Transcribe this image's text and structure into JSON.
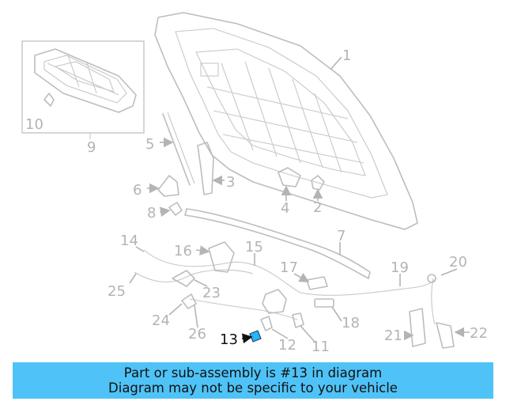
{
  "diagram": {
    "highlight_color": "#29b6f6",
    "banner_color": "#4fc3f7",
    "labels": [
      {
        "id": "1",
        "text": "1"
      },
      {
        "id": "2",
        "text": "2"
      },
      {
        "id": "3",
        "text": "3"
      },
      {
        "id": "4",
        "text": "4"
      },
      {
        "id": "5",
        "text": "5"
      },
      {
        "id": "6",
        "text": "6"
      },
      {
        "id": "7",
        "text": "7"
      },
      {
        "id": "8",
        "text": "8"
      },
      {
        "id": "9",
        "text": "9"
      },
      {
        "id": "10",
        "text": "10"
      },
      {
        "id": "11",
        "text": "11"
      },
      {
        "id": "12",
        "text": "12"
      },
      {
        "id": "13",
        "text": "13"
      },
      {
        "id": "14",
        "text": "14"
      },
      {
        "id": "15",
        "text": "15"
      },
      {
        "id": "16",
        "text": "16"
      },
      {
        "id": "17",
        "text": "17"
      },
      {
        "id": "18",
        "text": "18"
      },
      {
        "id": "19",
        "text": "19"
      },
      {
        "id": "20",
        "text": "20"
      },
      {
        "id": "21",
        "text": "21"
      },
      {
        "id": "22",
        "text": "22"
      },
      {
        "id": "23",
        "text": "23"
      },
      {
        "id": "24",
        "text": "24"
      },
      {
        "id": "25",
        "text": "25"
      },
      {
        "id": "26",
        "text": "26"
      }
    ]
  },
  "banner": {
    "line1": "Part or sub-assembly is #13 in diagram",
    "line2": "Diagram may not be specific to your vehicle"
  }
}
